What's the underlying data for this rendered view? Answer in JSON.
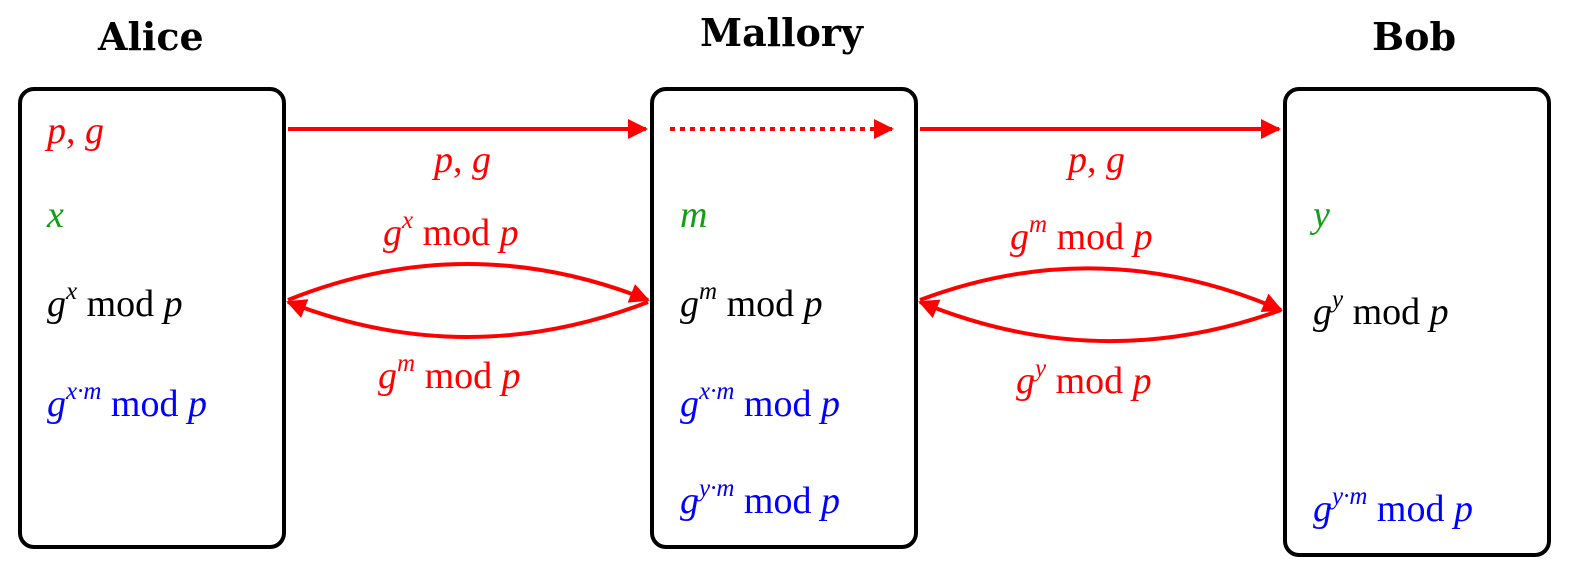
{
  "parties": {
    "alice": {
      "name": "Alice"
    },
    "mallory": {
      "name": "Mallory"
    },
    "bob": {
      "name": "Bob"
    }
  },
  "symbols": {
    "p": "p",
    "g": "g",
    "x": "x",
    "y": "y",
    "m": "m",
    "mod": "mod",
    "comma": ",",
    "xm": "x·m",
    "ym": "y·m"
  },
  "colors": {
    "public": "#ff0000",
    "secret": "#10a010",
    "shared": "#0000ff",
    "computed": "#000000",
    "arrow": "#ff0000"
  }
}
